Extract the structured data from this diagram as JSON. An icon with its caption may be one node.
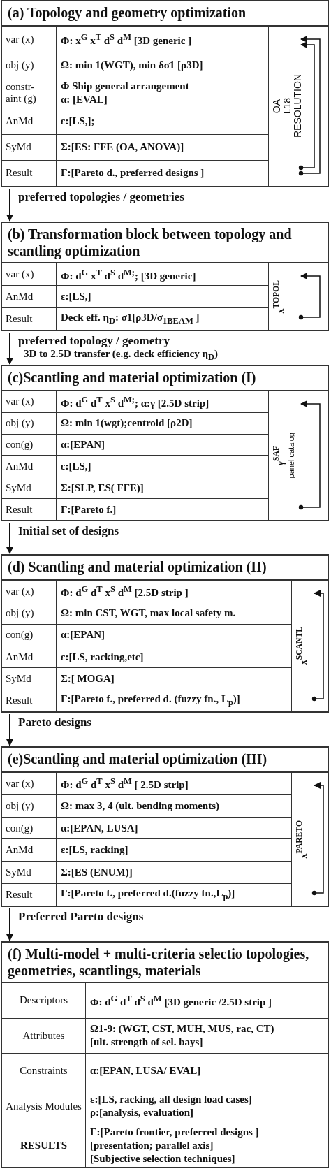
{
  "diagram": {
    "nodes": [
      {
        "text": [
          "(a)  Topology and geometry optimization"
        ]
      },
      {
        "text": [
          "var (x)",
          "Φ: x$^{G}$ x$^{T}$ d$^{S}$ d$^{M}$    [3D generic ]"
        ],
        "in": 0
      },
      {
        "text": [
          "obj (y)",
          "Ω: min 1(WGT), min δσ1 [ρ3D]"
        ],
        "in": 0
      },
      {
        "text": [
          "constr- aint (g)",
          "Φ Ship general arrangement",
          "α: [EVAL]"
        ],
        "in": 0
      },
      {
        "text": [
          "AnMd",
          "ε:[LS,];"
        ],
        "in": 0
      },
      {
        "text": [
          "SyMd",
          "Σ:[ES: FFE (OA, ANOVA)]"
        ],
        "in": 0
      },
      {
        "text": [
          "Result",
          "Γ:[Pareto d., preferred  designs ]"
        ],
        "in": 0
      },
      {
        "text": [
          "OA",
          "L18",
          "RESOLUTION"
        ],
        "in": 0
      },
      {
        "text": [
          "(b) Transformation block between topology and scantling optimization"
        ]
      },
      {
        "text": [
          "var (x)",
          "Φ: d$^{G}$ x$^{T}$ d$^{S}$ d$^{M;}$;    [3D generic]"
        ],
        "in": 8
      },
      {
        "text": [
          "AnMd",
          "ε:[LS,]"
        ],
        "in": 8
      },
      {
        "text": [
          "Result",
          "Deck eff. η$_{D}$: σ1[ρ3D/σ$_{1BEAM}$ ]"
        ],
        "in": 8
      },
      {
        "text": [
          "x$^{TOPOL}$"
        ],
        "in": 8
      },
      {
        "text": [
          "(c)Scantling and material optimization   (I)"
        ]
      },
      {
        "text": [
          "var (x)",
          "Φ: d$^{G}$ d$^{T}$ x$^{S}$ d$^{M;}$; α:γ [2.5D strip]"
        ],
        "in": 13
      },
      {
        "text": [
          "obj (y)",
          "Ω: min 1(wgt);centroid [ρ2D]"
        ],
        "in": 13
      },
      {
        "text": [
          "con(g)",
          "α:[EPAN]"
        ],
        "in": 13
      },
      {
        "text": [
          "AnMd",
          "ε:[LS,]"
        ],
        "in": 13
      },
      {
        "text": [
          "SyMd",
          "Σ:[SLP, ES( FFE)]"
        ],
        "in": 13
      },
      {
        "text": [
          "Result",
          "Γ:[Pareto f.]"
        ],
        "in": 13
      },
      {
        "text": [
          "γ$^{SAF}$",
          "panel catalog"
        ],
        "in": 13
      },
      {
        "text": [
          "(d) Scantling and material optimization (II)"
        ]
      },
      {
        "text": [
          "var (x)",
          "Φ: d$^{G}$ d$^{T}$ x$^{S}$ d$^{M}$   [2.5D strip ]"
        ],
        "in": 21
      },
      {
        "text": [
          "obj (y)",
          "Ω: min CST, WGT, max local safety m."
        ],
        "in": 21
      },
      {
        "text": [
          "con(g)",
          "α:[EPAN]"
        ],
        "in": 21
      },
      {
        "text": [
          "AnMd",
          "ε:[LS, racking,etc]"
        ],
        "in": 21
      },
      {
        "text": [
          "SyMd",
          "Σ:[ MOGA]"
        ],
        "in": 21
      },
      {
        "text": [
          "Result",
          "Γ:[Pareto f., preferred d. (fuzzy fn., L$_{p}$)]"
        ],
        "in": 21
      },
      {
        "text": [
          "x$^{SCANTL}$"
        ],
        "in": 21
      },
      {
        "text": [
          "(e)Scantling and material optimization  (III)"
        ]
      },
      {
        "text": [
          "var (x)",
          "Φ: d$^{G}$ d$^{T}$ x$^{S}$ d$^{M}$ [ 2.5D strip]"
        ],
        "in": 29
      },
      {
        "text": [
          "obj (y)",
          "Ω: max 3, 4 (ult. bending moments)"
        ],
        "in": 29
      },
      {
        "text": [
          "con(g)",
          "α:[EPAN, LUSA]"
        ],
        "in": 29
      },
      {
        "text": [
          "AnMd",
          "ε:[LS, racking]"
        ],
        "in": 29
      },
      {
        "text": [
          "SyMd",
          "Σ:[ES (ENUM)]"
        ],
        "in": 29
      },
      {
        "text": [
          "Result",
          "Γ:[Pareto f., preferred d.(fuzzy fn.,L$_{p}$)]"
        ],
        "in": 29
      },
      {
        "text": [
          "x$^{PARETO}$"
        ],
        "in": 29
      },
      {
        "text": [
          "(f) Multi-model + multi-criteria selectio topologies, geometries, scantlings, materials"
        ]
      },
      {
        "text": [
          "Descriptors",
          "Φ: d$^{G}$ d$^{T}$ d$^{S}$ d$^{M}$  [3D generic /2.5D strip ]"
        ],
        "in": 37
      },
      {
        "text": [
          "Attributes",
          "Ω1-9: (WGT, CST, MUH, MUS, rac, CT)",
          "[ult. strength of sel. bays]"
        ],
        "in": 37
      },
      {
        "text": [
          "Constraints",
          "α:[EPAN, LUSA/ EVAL]"
        ],
        "in": 37
      },
      {
        "text": [
          "Analysis Modules",
          "ε:[LS, racking, all design load cases]",
          "ρ:[analysis, evaluation]"
        ],
        "in": 37
      },
      {
        "text": [
          "RESULTS",
          "Γ:[Pareto frontier,  preferred designs ]",
          "[presentation; parallel axis]",
          "[Subjective selection techniques]"
        ],
        "in": 37
      }
    ],
    "edges": [
      {
        "from": 0,
        "to": 8,
        "arrow": "to",
        "label": "preferred topologies / geometries"
      },
      {
        "from": 8,
        "to": 13,
        "arrow": "to",
        "label": "preferred topology / geometry"
      },
      {
        "from": 13,
        "to": 21,
        "arrow": "to",
        "label": "Initial set of designs"
      },
      {
        "from": 21,
        "to": 29,
        "arrow": "to",
        "label": "Pareto designs"
      },
      {
        "from": 29,
        "to": 37,
        "arrow": "to",
        "label": "Preferred Pareto designs"
      }
    ],
    "labels": [
      "3D to 2.5D transfer (e.g. deck efficiency η$_{D}$)"
    ]
  }
}
